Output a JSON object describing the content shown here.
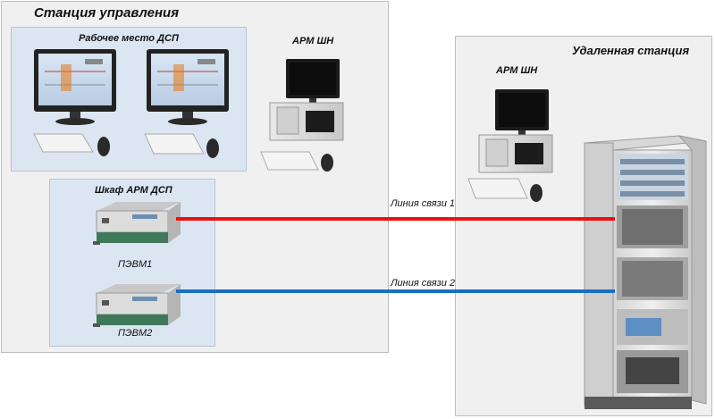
{
  "control_station": {
    "title": "Станция управления",
    "dsp_workplace": {
      "title": "Рабочее место ДСП"
    },
    "arm_shn": {
      "title": "АРМ ШН"
    },
    "cabinet": {
      "title": "Шкаф АРМ ДСП",
      "pc1": {
        "label": "ПЭВМ1"
      },
      "pc2": {
        "label": "ПЭВМ2"
      }
    }
  },
  "remote_station": {
    "title": "Удаленная станция",
    "arm_shn": {
      "title": "АРМ ШН"
    }
  },
  "links": [
    {
      "label": "Линия связи 1",
      "color": "#ee1111"
    },
    {
      "label": "Линия связи 2",
      "color": "#1a6fc0"
    }
  ],
  "colors": {
    "station_bg": "#f0f0f0",
    "group_bg": "#dce6f2",
    "border": "#bdbdbd"
  }
}
